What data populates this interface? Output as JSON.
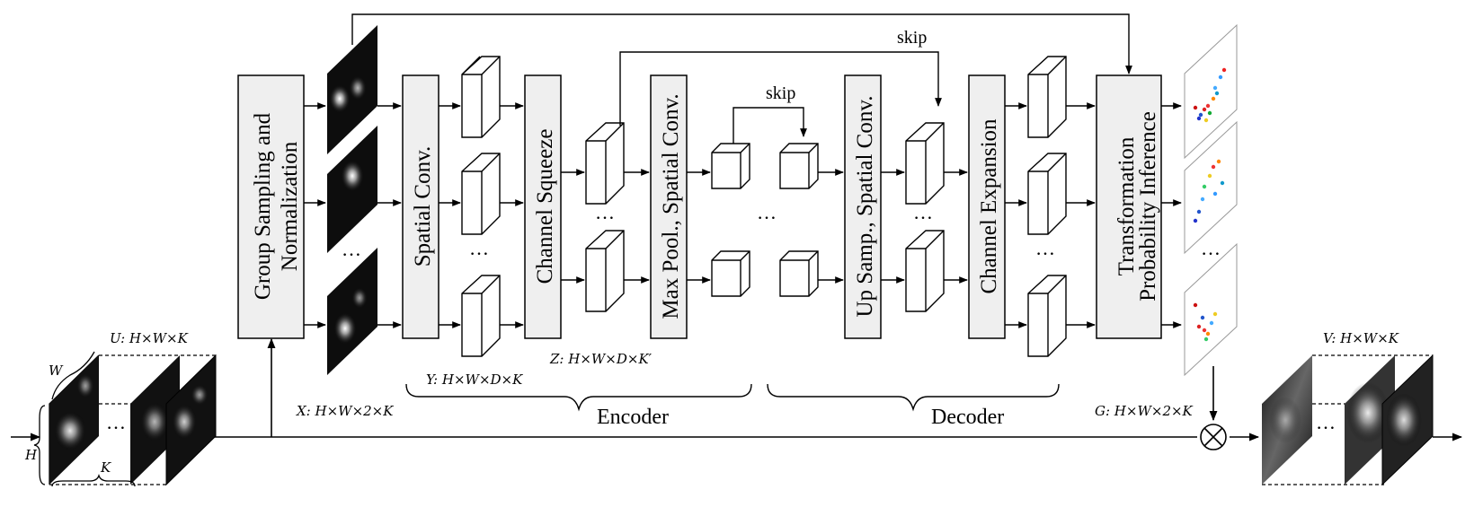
{
  "blocks": {
    "group_sampling": [
      "Group Sampling and",
      "Normalization"
    ],
    "spatial_conv": "Spatial Conv.",
    "channel_squeeze": "Channel Squeeze",
    "maxpool": "Max Pool., Spatial Conv.",
    "upsamp": "Up Samp., Spatial Conv.",
    "channel_expansion": "Channel Expansion",
    "transform": [
      "Transformation",
      "Probability Inference"
    ]
  },
  "tensors": {
    "U": "U: H×W×K",
    "X": "X: H×W×2×K",
    "Y": "Y: H×W×D×K",
    "Z": "Z: H×W×D×K′",
    "G": "G: H×W×2×K",
    "V": "V: H×W×K",
    "W": "W",
    "H": "H",
    "K": "K"
  },
  "groups": {
    "encoder": "Encoder",
    "decoder": "Decoder"
  },
  "skip": "skip",
  "ellipsis": "…"
}
